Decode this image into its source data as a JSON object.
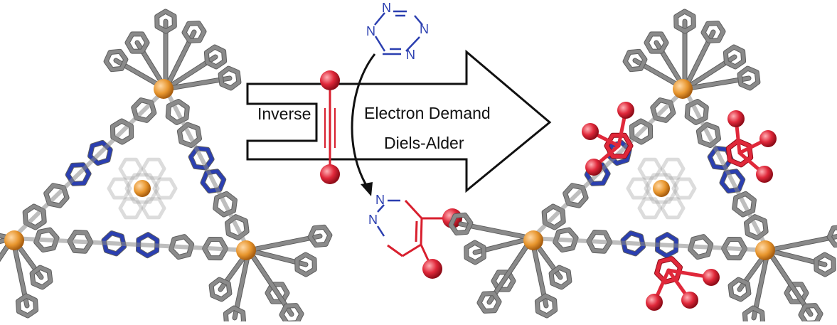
{
  "arrow": {
    "label_left": "Inverse",
    "label_line1": "Electron Demand",
    "label_line2": "Diels-Alder"
  },
  "tetrazine": {
    "atoms": [
      "N",
      "N",
      "N",
      "N"
    ]
  },
  "pyridazine": {
    "atoms": [
      "N",
      "N"
    ]
  },
  "colors": {
    "stick": "#8a8a8a",
    "stick_dark": "#5e5e5e",
    "nitrogen": "#2b3fb0",
    "metal": "#e8962e",
    "product_red": "#e0283a",
    "arrow_outline": "#111111"
  },
  "icons": {
    "left_cage": "coordination-cage-icon",
    "right_cage": "functionalized-cage-icon",
    "tetrazine": "tetrazine-ring-icon",
    "alkyne": "alkyne-dumbbell-icon",
    "pyridazine": "pyridazine-ring-icon"
  }
}
